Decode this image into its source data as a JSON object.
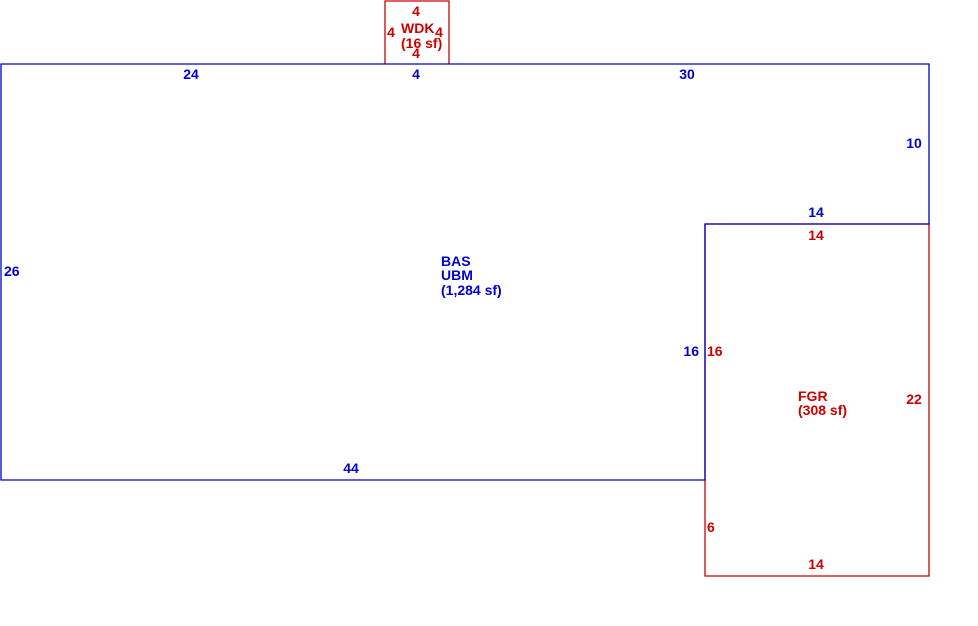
{
  "colors": {
    "bas_line": "#0000cc",
    "addition_line": "#cc0000"
  },
  "areas": {
    "bas": {
      "code": "BAS",
      "subcode": "UBM",
      "area": "(1,284 sf)"
    },
    "fgr": {
      "code": "FGR",
      "area": "(308 sf)"
    },
    "wdk": {
      "code": "WDK",
      "area": "(16 sf)"
    }
  },
  "dimensions": {
    "bas": {
      "top_left": "24",
      "top_middle": "4",
      "top_right": "30",
      "right_upper": "10",
      "inner_top": "14",
      "left": "26",
      "inner_left": "16",
      "bottom": "44"
    },
    "fgr": {
      "top": "14",
      "left_upper": "16",
      "right": "22",
      "left_lower": "6",
      "bottom": "14"
    },
    "wdk": {
      "top": "4",
      "left": "4",
      "right": "4",
      "bottom": "4"
    }
  }
}
